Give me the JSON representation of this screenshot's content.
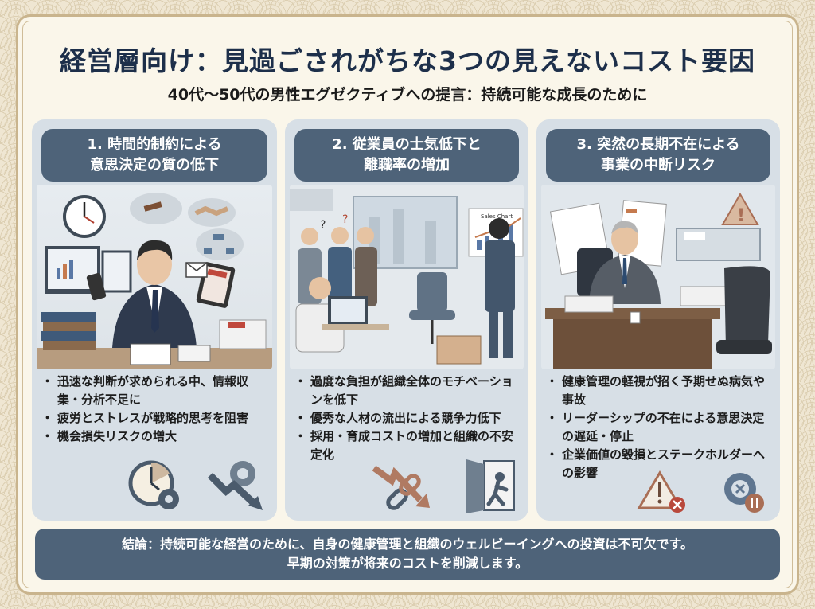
{
  "header": {
    "title": "経営層向け：見過ごされがちな3つの見えないコスト要因",
    "subtitle": "40代～50代の男性エグゼクティブへの提言：持続可能な成長のために"
  },
  "panels": [
    {
      "heading_line1": "1. 時間的制約による",
      "heading_line2": "意思決定の質の低下",
      "illustration": "stressed-executive-with-devices-and-documents",
      "bullets": [
        "迅速な判断が求められる中、情報収集・分析不足に",
        "疲労とストレスが戦略的思考を阻害",
        "機会損失リスクの増大"
      ],
      "icons": [
        "clock-gear-icon",
        "broken-gear-declining-arrow-icon"
      ]
    },
    {
      "heading_line1": "2. 従業員の士気低下と",
      "heading_line2": "離職率の増加",
      "illustration": "office-with-worried-employees-and-empty-chair",
      "chart_label": "Sales Chart",
      "bullets": [
        "過度な負担が組織全体のモチベーションを低下",
        "優秀な人材の流出による競争力低下",
        "採用・育成コストの増加と組織の不安定化"
      ],
      "icons": [
        "broken-chain-declining-arrow-icon",
        "person-exiting-door-icon"
      ]
    },
    {
      "heading_line1": "3. 突然の長期不在による",
      "heading_line2": "事業の中断リスク",
      "illustration": "executive-at-desk-with-hospital-bed-and-empty-chair",
      "bullets": [
        "健康管理の軽視が招く予期せぬ病気や事故",
        "リーダーシップの不在による意思決定の遅延・停止",
        "企業価値の毀損とステークホルダーへの影響"
      ],
      "icons": [
        "warning-cross-icon",
        "gear-pause-icon"
      ]
    }
  ],
  "conclusion": {
    "line1": "結論：持続可能な経営のために、自身の健康管理と組織のウェルビーイングへの投資は不可欠です。",
    "line2": "早期の対策が将来のコストを削減します。"
  },
  "colors": {
    "title": "#1d2f4a",
    "panel_bg": "#d7dfe6",
    "heading_bg": "#4e6379",
    "accent_brown": "#b07a62",
    "frame_border": "#c9b48d"
  }
}
